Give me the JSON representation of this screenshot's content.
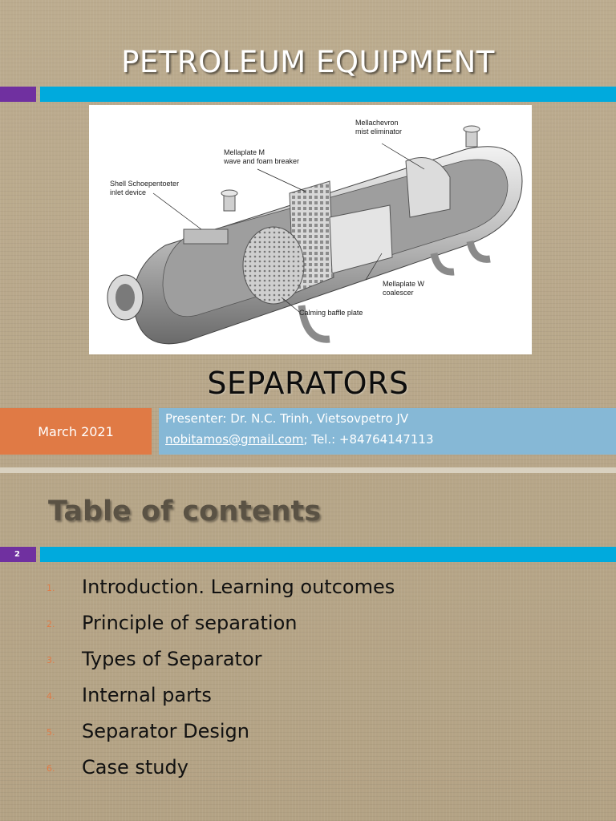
{
  "slide1": {
    "title": "PETROLEUM EQUIPMENT",
    "subtitle": "SEPARATORS",
    "date": "March 2021",
    "presenter": "Presenter: Dr. N.C. Trinh, Vietsovpetro JV",
    "email": "nobitamos@gmail.com",
    "phone": "; Tel.: +84764147113",
    "figure_callouts": {
      "mist_eliminator": [
        "Mellachevron",
        "mist eliminator"
      ],
      "wave_breaker": [
        "Mellaplate M",
        "wave and foam breaker"
      ],
      "inlet_device": [
        "Shell Schoepentoeter",
        "inlet device"
      ],
      "coalescer": [
        "Mellaplate W",
        "coalescer"
      ],
      "baffle": [
        "Calming baffle plate"
      ]
    }
  },
  "slide2": {
    "title": "Table of contents",
    "page_number": "2",
    "items": [
      {
        "num": "1.",
        "text": "Introduction. Learning outcomes"
      },
      {
        "num": "2.",
        "text": "Principle of separation"
      },
      {
        "num": "3.",
        "text": "Types of Separator"
      },
      {
        "num": "4.",
        "text": "Internal parts"
      },
      {
        "num": "5.",
        "text": "Separator Design"
      },
      {
        "num": "6.",
        "text": "Case study"
      }
    ]
  },
  "colors": {
    "purple": "#7030a0",
    "cyan": "#00aadd",
    "orange": "#e07a45",
    "light_blue": "#86b8d6"
  }
}
